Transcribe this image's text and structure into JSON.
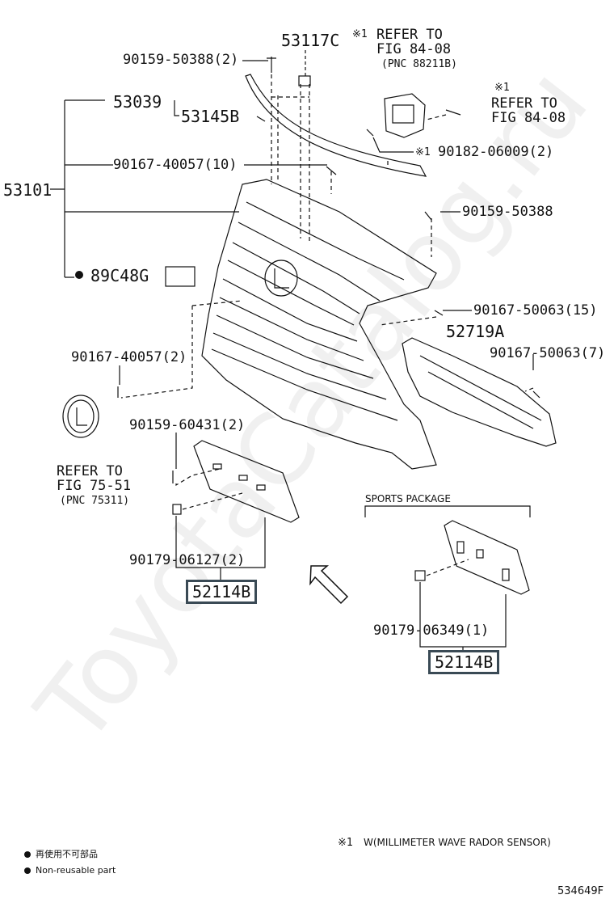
{
  "labels": {
    "p53117C": "53117C",
    "p90159_50388_2": "90159-50388(2)",
    "p53039": "53039",
    "p53145B": "53145B",
    "p53101": "53101",
    "p90167_40057_10": "90167-40057(10)",
    "p89C48G": "89C48G",
    "p90159_50388": "90159-50388",
    "p90167_50063_15": "90167-50063(15)",
    "p52719A": "52719A",
    "p90167_50063_7": "90167-50063(7)",
    "p90167_40057_2": "90167-40057(2)",
    "p90159_60431_2": "90159-60431(2)",
    "p90179_06127_2": "90179-06127(2)",
    "p52114B_a": "52114B",
    "p90179_06349_1": "90179-06349(1)",
    "p52114B_b": "52114B",
    "p90182_06009_2": "90182-06009(2)"
  },
  "refs": {
    "ref1_mark": "※1",
    "ref1_line1": "REFER TO",
    "ref1_line2": "FIG 84-08",
    "ref1_line3": "(PNC 88211B)",
    "ref2_mark": "※1",
    "ref2_line1": "REFER TO",
    "ref2_line2": "FIG 84-08",
    "ref3_mark": "※1",
    "ref4_line1": "REFER TO",
    "ref4_line2": "FIG 75-51",
    "ref4_line3": "(PNC 75311)"
  },
  "sports_package": "SPORTS PACKAGE",
  "footnote": {
    "mark": "※1",
    "text": "W(MILLIMETER WAVE RADOR SENSOR)"
  },
  "legend": {
    "jp": "再使用不可部品",
    "en": "Non-reusable part"
  },
  "diagram_id": "534649F",
  "watermark": "ToyotaCatalog.ru",
  "colors": {
    "line": "#111111",
    "box_border": "#3a4a55",
    "watermark": "#f0f0f0"
  }
}
